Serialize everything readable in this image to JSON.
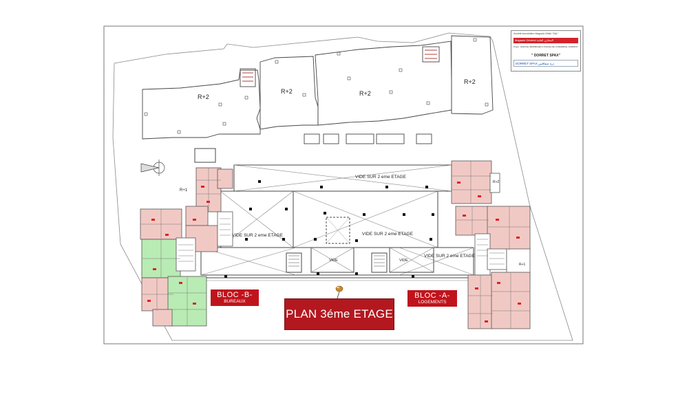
{
  "plan": {
    "title": "PLAN 3éme ETAGE",
    "bloc_b": {
      "label": "BLOC -B-",
      "sub": "BUREAUX"
    },
    "bloc_a": {
      "label": "BLOC -A-",
      "sub": "LOGEMENTS"
    },
    "levels": {
      "r2_1": "R+2",
      "r2_2": "R+2",
      "r2_3": "R+2",
      "r2_4": "R+2",
      "r1_left": "R+1",
      "r1_right": "R+1",
      "r2_small": "R+2"
    },
    "voids": {
      "top": "VIDE SUR   2 eme ETAGE",
      "left": "VIDE SUR   2 eme ETAGE",
      "center": "VIDE SUR   2 eme ETAGE",
      "right": "VIDE SUR   2 eme ETAGE",
      "vide1": "VIDE",
      "vide2": "VIDE"
    }
  },
  "legend": {
    "line1": "Société immobilière Maguela    Ofritel \"DAL\"",
    "logo_red": "Magasin Général        المخازن العامة",
    "line2": "Projet : EDIFICE IMMOBILIER A USAGE DE COMMERCE, ADMINISTRATIF ET BUREAU",
    "name": "\" DORRET SPAX\"",
    "logo_blue": "DORRET SPAX        درة صفاقس"
  },
  "colors": {
    "wall": "#555555",
    "apartment_pink": "#f1c9c4",
    "office_green": "#b9ebb4",
    "accent_red": "#c0141c",
    "banner_red": "#b3181f"
  }
}
